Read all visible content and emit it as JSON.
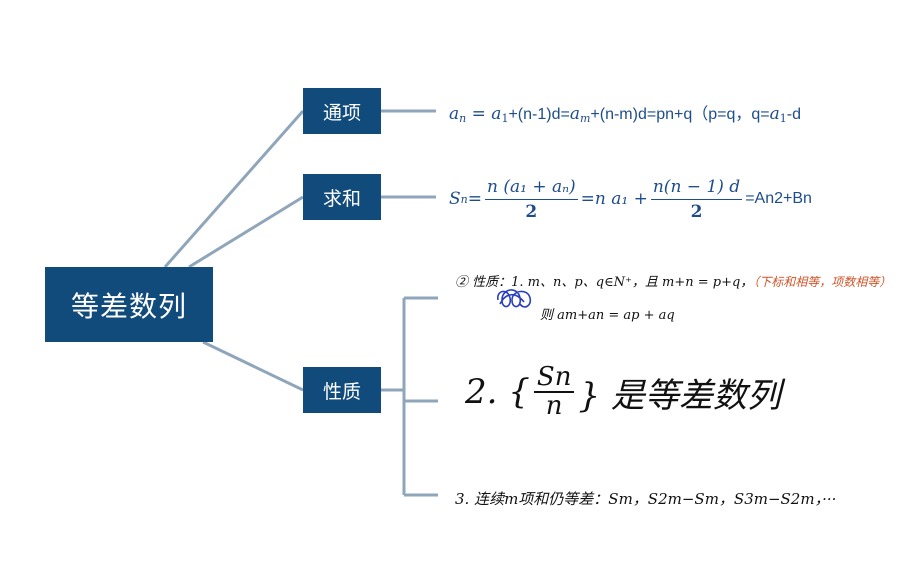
{
  "mindmap": {
    "root": "等差数列",
    "branches": [
      {
        "label": "通项"
      },
      {
        "label": "求和"
      },
      {
        "label": "性质"
      }
    ]
  },
  "formulas": {
    "tongxiang": {
      "an": "a",
      "an_sub": "n",
      "eq": " = ",
      "a1": "a",
      "a1_sub": "1",
      "part1": "+(n-1)d=",
      "am": "a",
      "am_sub": "m",
      "part2": "+(n-m)d=pn+q（p=q，q=",
      "a1b": "a",
      "a1b_sub": "1",
      "part3": "-d"
    },
    "qiuhe": {
      "S": "S",
      "S_sub": "n",
      "eq": " = ",
      "frac1_num": "n (a₁ + aₙ)",
      "frac1_den": "2",
      "mid": "=n a₁ + ",
      "frac2_num": "n(n − 1) d",
      "frac2_den": "2",
      "tail_a": "=An",
      "tail_sup": "2",
      "tail_b": "+Bn"
    }
  },
  "properties": {
    "line1": "② 性质：1. m、n、p、q∈N⁺，且 m+n = p+q，",
    "line1_note": "（下标和相等，项数相等）",
    "line2": "则 am+an = ap + aq",
    "item2_prefix": "2. {",
    "item2_num": "Sn",
    "item2_den": "n",
    "item2_suffix": "} 是等差数列",
    "item3": "3. 连续m项和仍等差：Sm，S2m−Sm，S3m−S2m，···"
  },
  "colors": {
    "node_fill": "#114b7b",
    "connector": "#8fa6ba",
    "formula_text": "#1e4d8c",
    "note_orange": "#d2552a",
    "scribble_blue": "#2a3fbf"
  }
}
